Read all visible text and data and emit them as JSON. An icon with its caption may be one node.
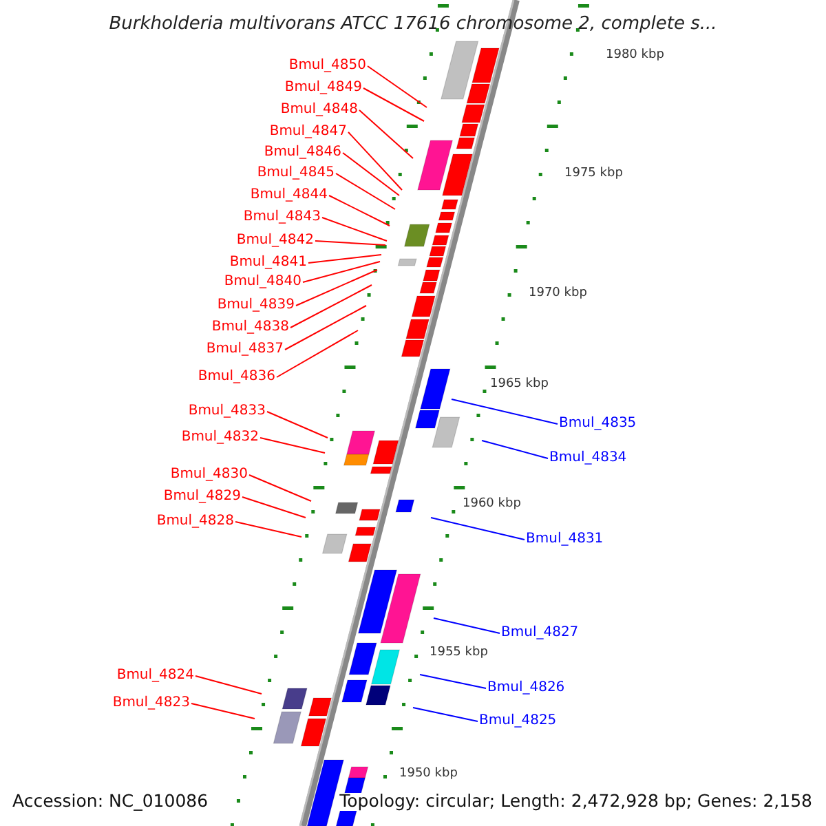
{
  "diagram": {
    "title": "Burkholderia multivorans ATCC 17616 chromosome 2, complete s...",
    "nodes": [
      {
        "text": [
          "Bmul_4850"
        ]
      },
      {
        "text": [
          "Bmul_4849"
        ]
      },
      {
        "text": [
          "Bmul_4848"
        ]
      },
      {
        "text": [
          "Bmul_4847"
        ]
      },
      {
        "text": [
          "Bmul_4846"
        ]
      },
      {
        "text": [
          "Bmul_4845"
        ]
      },
      {
        "text": [
          "Bmul_4844"
        ]
      },
      {
        "text": [
          "Bmul_4843"
        ]
      },
      {
        "text": [
          "Bmul_4842"
        ]
      },
      {
        "text": [
          "Bmul_4841"
        ]
      },
      {
        "text": [
          "Bmul_4840"
        ]
      },
      {
        "text": [
          "Bmul_4839"
        ]
      },
      {
        "text": [
          "Bmul_4838"
        ]
      },
      {
        "text": [
          "Bmul_4837"
        ]
      },
      {
        "text": [
          "Bmul_4836"
        ]
      },
      {
        "text": [
          "Bmul_4833"
        ]
      },
      {
        "text": [
          "Bmul_4835"
        ]
      },
      {
        "text": [
          "Bmul_4832"
        ]
      },
      {
        "text": [
          "Bmul_4834"
        ]
      },
      {
        "text": [
          "Bmul_4830"
        ]
      },
      {
        "text": [
          "Bmul_4829"
        ]
      },
      {
        "text": [
          "Bmul_4828"
        ]
      },
      {
        "text": [
          "Bmul_4831"
        ]
      },
      {
        "text": [
          "Bmul_4827"
        ]
      },
      {
        "text": [
          "Bmul_4824"
        ]
      },
      {
        "text": [
          "Bmul_4826"
        ]
      },
      {
        "text": [
          "Bmul_4823"
        ]
      },
      {
        "text": [
          "Bmul_4825"
        ]
      }
    ],
    "edges": [
      {
        "from": 0,
        "to": null,
        "arrow": "none"
      },
      {
        "from": 1,
        "to": null,
        "arrow": "none"
      },
      {
        "from": 2,
        "to": null,
        "arrow": "none"
      },
      {
        "from": 3,
        "to": null,
        "arrow": "none"
      },
      {
        "from": 4,
        "to": null,
        "arrow": "none"
      },
      {
        "from": 5,
        "to": null,
        "arrow": "none"
      },
      {
        "from": 6,
        "to": null,
        "arrow": "none"
      },
      {
        "from": 7,
        "to": null,
        "arrow": "none"
      },
      {
        "from": 8,
        "to": null,
        "arrow": "none"
      },
      {
        "from": 9,
        "to": null,
        "arrow": "none"
      },
      {
        "from": 10,
        "to": null,
        "arrow": "none"
      },
      {
        "from": 11,
        "to": null,
        "arrow": "none"
      },
      {
        "from": 12,
        "to": null,
        "arrow": "none"
      },
      {
        "from": 13,
        "to": null,
        "arrow": "none"
      },
      {
        "from": 14,
        "to": null,
        "arrow": "none"
      },
      {
        "from": 15,
        "to": null,
        "arrow": "none"
      },
      {
        "from": 16,
        "to": null,
        "arrow": "none",
        "color": "#0000ff"
      },
      {
        "from": 17,
        "to": null,
        "arrow": "none"
      },
      {
        "from": 18,
        "to": null,
        "arrow": "none",
        "color": "#0000ff"
      },
      {
        "from": 19,
        "to": null,
        "arrow": "none"
      },
      {
        "from": 20,
        "to": null,
        "arrow": "none"
      },
      {
        "from": 21,
        "to": null,
        "arrow": "none"
      },
      {
        "from": 22,
        "to": null,
        "arrow": "none",
        "color": "#0000ff"
      },
      {
        "from": 23,
        "to": null,
        "arrow": "none",
        "color": "#0000ff"
      },
      {
        "from": 24,
        "to": null,
        "arrow": "none"
      },
      {
        "from": 25,
        "to": null,
        "arrow": "none",
        "color": "#0000ff"
      },
      {
        "from": 26,
        "to": null,
        "arrow": "none"
      },
      {
        "from": 27,
        "to": null,
        "arrow": "none",
        "color": "#0000ff"
      }
    ],
    "labels": [
      "1980 kbp",
      "1975 kbp",
      "1970 kbp",
      "1965 kbp",
      "1960 kbp",
      "1955 kbp",
      "1950 kbp",
      "Accession: NC_010086",
      "Topology: circular; Length: 2,472,928 bp; Genes: 2,158"
    ]
  }
}
